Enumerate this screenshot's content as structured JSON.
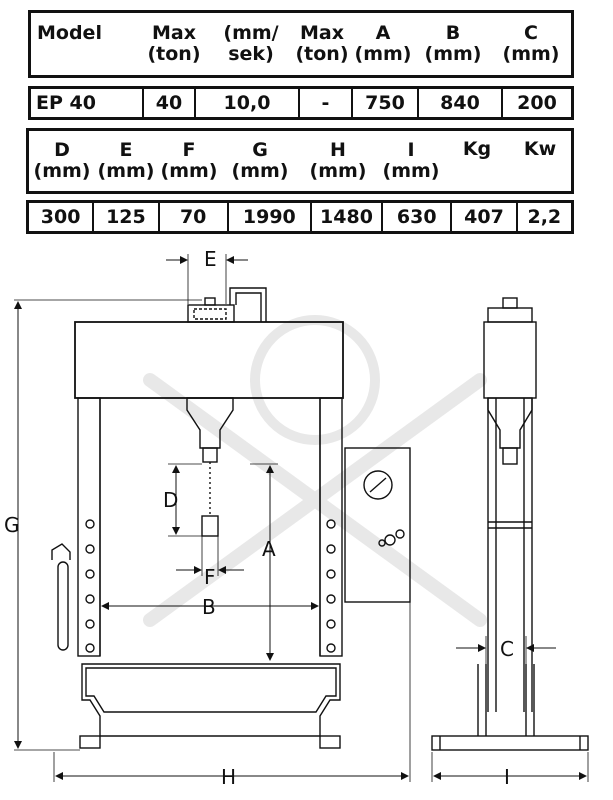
{
  "table_top": {
    "headers": [
      "Model",
      "Max\n(ton)",
      "(mm/\nsek)",
      "Max\n(ton)",
      "A\n(mm)",
      "B\n(mm)",
      "C\n(mm)"
    ],
    "values": [
      "EP 40",
      "40",
      "10,0",
      "-",
      "750",
      "840",
      "200"
    ]
  },
  "table_bottom": {
    "headers": [
      "D\n(mm)",
      "E\n(mm)",
      "F\n(mm)",
      "G\n(mm)",
      "H\n(mm)",
      "I\n(mm)",
      "Kg",
      "Kw"
    ],
    "values": [
      "300",
      "125",
      "70",
      "1990",
      "1480",
      "630",
      "407",
      "2,2"
    ]
  },
  "dimension_labels": {
    "A": "A",
    "B": "B",
    "C": "C",
    "D": "D",
    "E": "E",
    "F": "F",
    "G": "G",
    "H": "H",
    "I": "I"
  }
}
